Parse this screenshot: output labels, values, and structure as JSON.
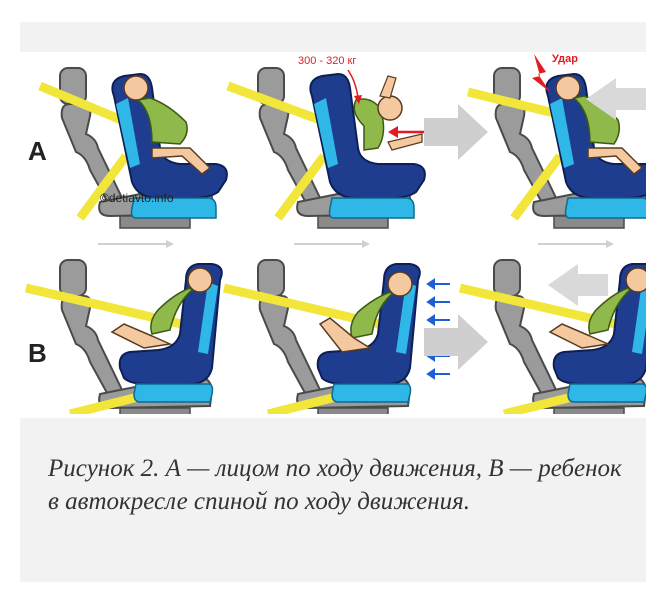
{
  "figure": {
    "row_a_label": "A",
    "row_b_label": "B",
    "watermark": "©detiavto.info",
    "force_label": "300 - 320 кг",
    "impact_label": "Удар"
  },
  "caption": {
    "text": "Рисунок 2. А — лицом по ходу движения, В — ребенок в автокресле спиной по ходу движения."
  },
  "colors": {
    "belt": "#f2e63a",
    "seat_shell_dark": "#1e3d8f",
    "seat_shell_light": "#2fb7e8",
    "car_seat_gray": "#9a9a9a",
    "arrow_gray": "#cfcfcf",
    "force_arrow_red": "#e21b23",
    "airflow_arrow_blue": "#1f5fd6",
    "child_shirt": "#8fb94a"
  }
}
